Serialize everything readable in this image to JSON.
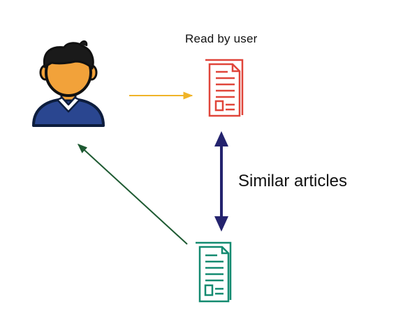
{
  "labels": {
    "read_by_user": "Read by user",
    "similar_articles": "Similar articles"
  },
  "colors": {
    "background": "#ffffff",
    "user_to_article_arrow": "#f0b428",
    "similar_arrow": "#24236e",
    "recommendation_arrow": "#1e5a32",
    "read_document": "#e0453a",
    "similar_document": "#138a70",
    "user_skin": "#f2a23a",
    "user_hair": "#1a1a1a",
    "user_shirt": "#2a4690",
    "user_collar": "#ffffff"
  },
  "nodes": {
    "user": {
      "icon": "user-avatar-icon"
    },
    "read_article": {
      "icon": "document-icon",
      "caption": "Read by user"
    },
    "similar_article": {
      "icon": "document-icon"
    }
  },
  "edges": [
    {
      "from": "user",
      "to": "read_article",
      "style": "single-arrow"
    },
    {
      "from": "read_article",
      "to": "similar_article",
      "style": "double-arrow",
      "label": "Similar articles"
    },
    {
      "from": "similar_article",
      "to": "user",
      "style": "single-arrow"
    }
  ]
}
